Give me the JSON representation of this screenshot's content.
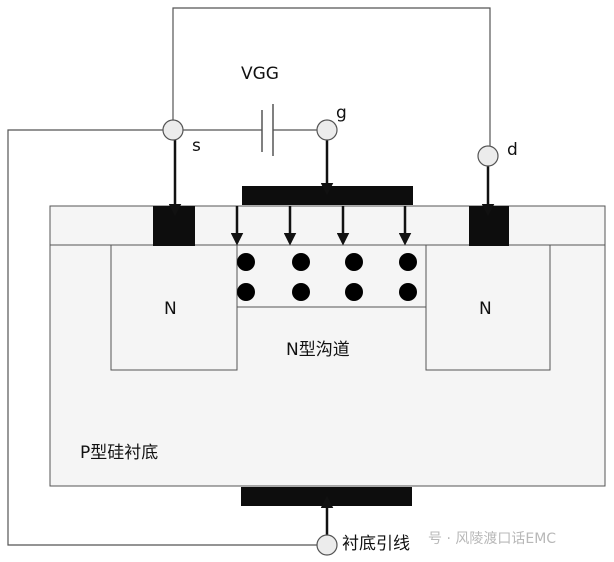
{
  "labels": {
    "vgg": "VGG",
    "gate": "g",
    "source": "s",
    "drain": "d",
    "n_left": "N",
    "n_right": "N",
    "channel": "N型沟道",
    "substrate": "P型硅衬底",
    "substrate_lead": "衬底引线"
  },
  "watermark": "号 · 风陵渡口话EMC",
  "colors": {
    "line": "#555555",
    "electrode": "#0d0d0d",
    "region_fill": "#f5f5f5",
    "terminal_fill": "#ececec",
    "electron": "#000000"
  }
}
